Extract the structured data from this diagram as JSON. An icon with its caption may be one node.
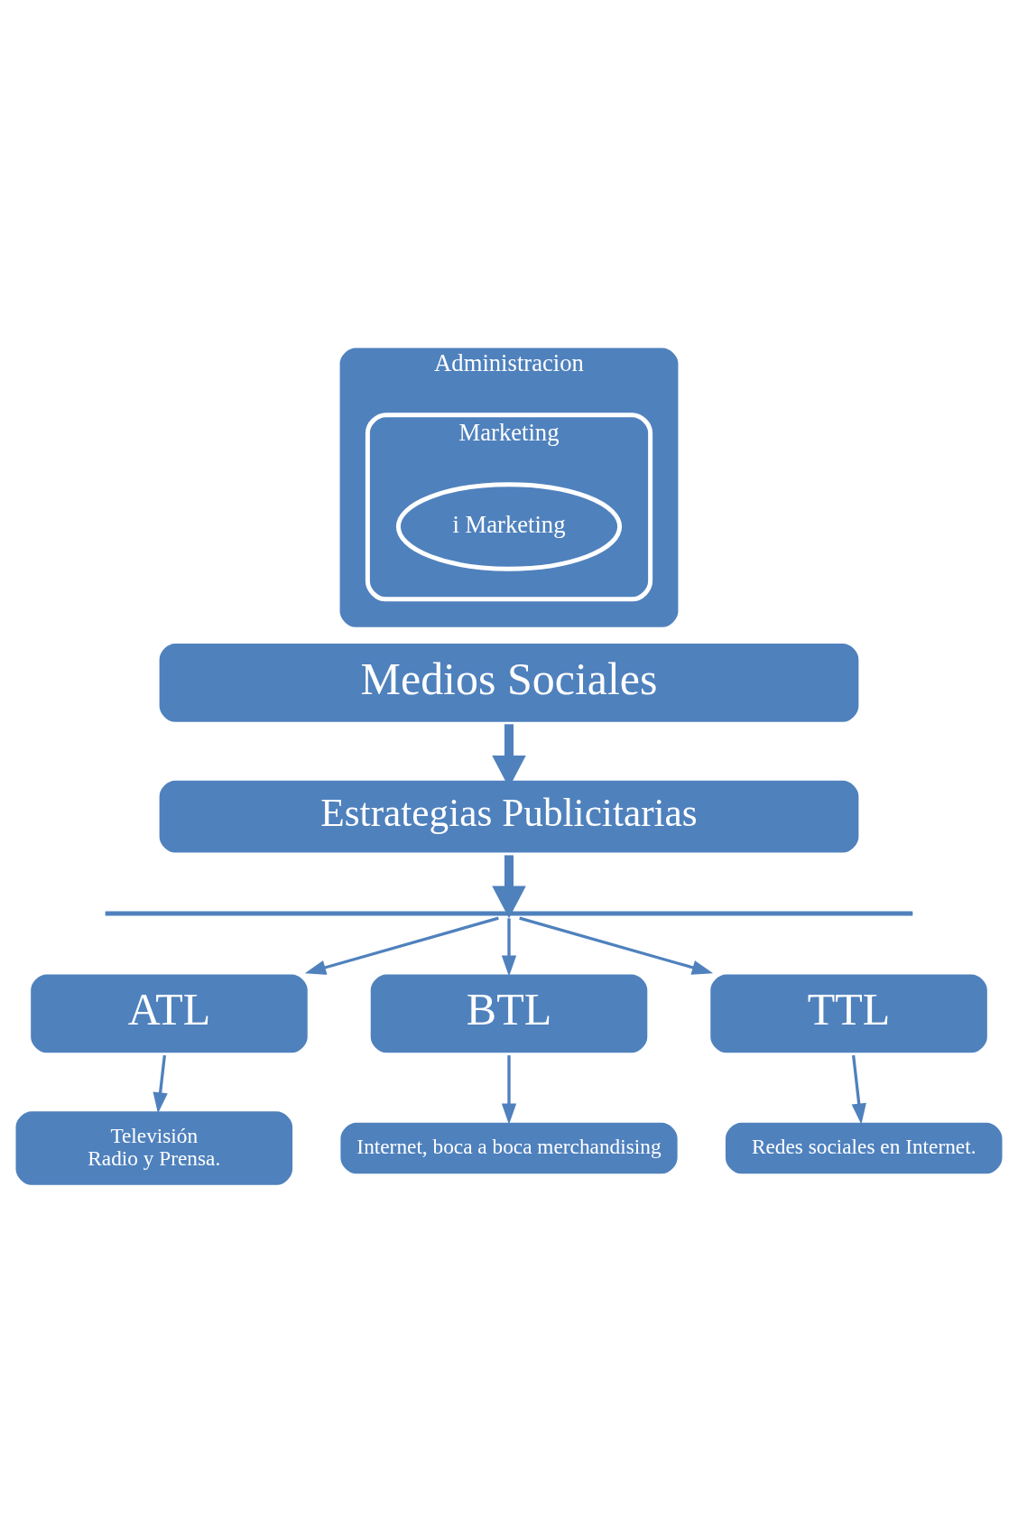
{
  "diagram": {
    "nodes": [
      {
        "text": [
          "Administracion"
        ]
      },
      {
        "text": [
          "Marketing"
        ],
        "in": 0
      },
      {
        "text": [
          "i Marketing"
        ],
        "in": 1
      },
      {
        "text": [
          "Medios Sociales"
        ]
      },
      {
        "text": [
          "Estrategias Publicitarias"
        ]
      },
      {
        "text": [],
        "shape": "bar"
      },
      {
        "text": [
          "ATL"
        ]
      },
      {
        "text": [
          "BTL"
        ]
      },
      {
        "text": [
          "TTL"
        ]
      },
      {
        "text": [
          "Televisión",
          "Radio y Prensa."
        ]
      },
      {
        "text": [
          "Internet, boca a boca merchandising"
        ]
      },
      {
        "text": [
          "Redes sociales en Internet."
        ]
      }
    ],
    "edges": [
      {
        "from": 3,
        "to": 4,
        "arrow": "to",
        "style": "thick"
      },
      {
        "from": 4,
        "to": 5,
        "arrow": "to",
        "style": "thick"
      },
      {
        "from": 5,
        "to": 6,
        "arrow": "to"
      },
      {
        "from": 5,
        "to": 7,
        "arrow": "to"
      },
      {
        "from": 5,
        "to": 8,
        "arrow": "to"
      },
      {
        "from": 6,
        "to": 9,
        "arrow": "to"
      },
      {
        "from": 7,
        "to": 10,
        "arrow": "to"
      },
      {
        "from": 8,
        "to": 11,
        "arrow": "to"
      }
    ]
  }
}
